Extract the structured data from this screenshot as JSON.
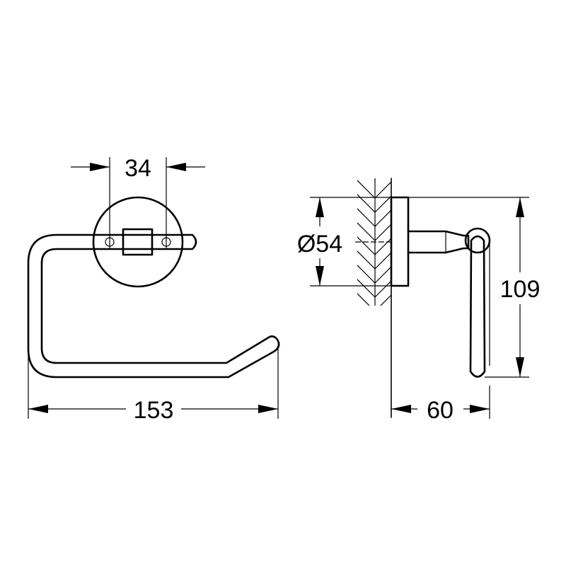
{
  "drawing": {
    "front_view": {
      "dim_mount_spacing": "34",
      "dim_width": "153"
    },
    "side_view": {
      "dim_plate_diameter": "Ø54",
      "dim_height": "109",
      "dim_projection": "60"
    },
    "line_color": "#000000"
  }
}
